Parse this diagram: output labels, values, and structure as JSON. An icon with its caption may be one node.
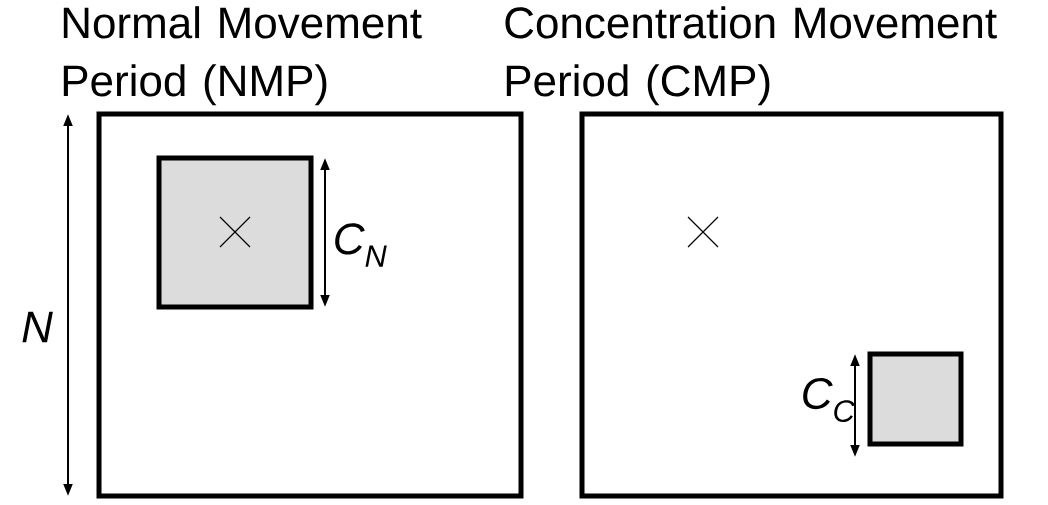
{
  "diagram": {
    "nodes": [
      {
        "text": [
          "Normal Movement Period (NMP)"
        ]
      },
      {
        "text": [],
        "shape": "box",
        "in": 0
      },
      {
        "text": [
          "Concentration Movement Period (CMP)"
        ]
      },
      {
        "text": [],
        "shape": "box",
        "in": 2
      }
    ],
    "labels": [
      "N",
      "C$_{N}$",
      "C$_{C}$"
    ]
  }
}
